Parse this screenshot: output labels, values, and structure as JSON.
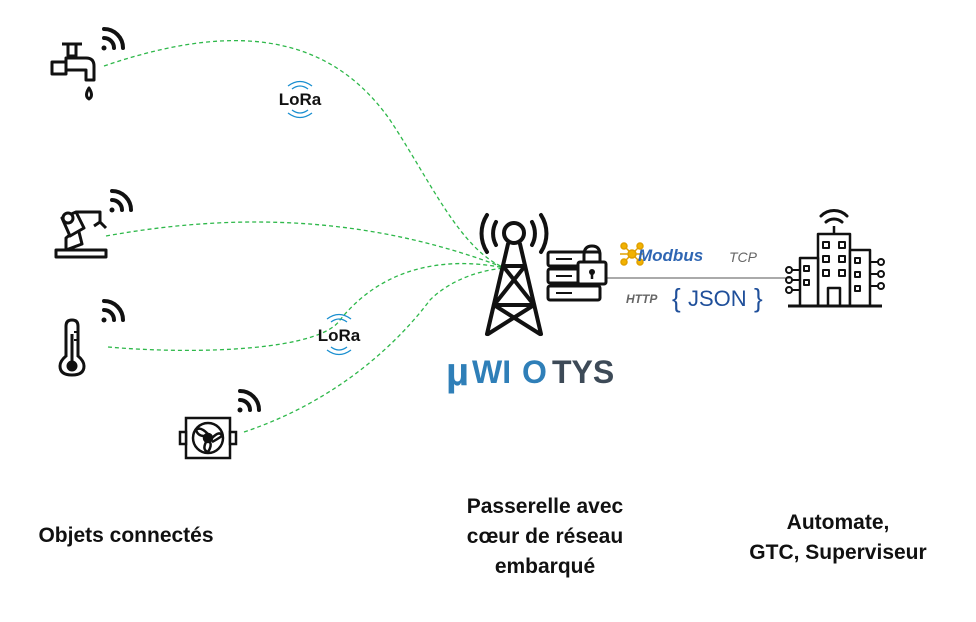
{
  "devices": [
    {
      "name": "water-tap-icon"
    },
    {
      "name": "robot-arm-icon"
    },
    {
      "name": "thermometer-icon"
    },
    {
      "name": "fan-icon"
    }
  ],
  "wireless_icon": "wifi-signal-icon",
  "lora_labels": [
    "LoRa",
    "LoRa"
  ],
  "gateway_brand": {
    "mu": "µ",
    "rest": "WI",
    "o": "O",
    "tail": "TYS",
    "color": "#2f7fb8",
    "tail_color": "#3d4a57"
  },
  "protocols": {
    "modbus": "Modbus",
    "tcp": "TCP",
    "http": "HTTP",
    "json_open": "{",
    "json_text": "JSON",
    "json_close": "}"
  },
  "colors": {
    "link": "#2eb84a",
    "modbus": "#2f66b3",
    "json": "#1f4f9a",
    "dark": "#111111"
  },
  "labels": {
    "objects": "Objets connectés",
    "gateway": [
      "Passerelle avec",
      "cœur de réseau",
      "embarqué"
    ],
    "gtc": [
      "Automate,",
      "GTC, Superviseur"
    ]
  }
}
